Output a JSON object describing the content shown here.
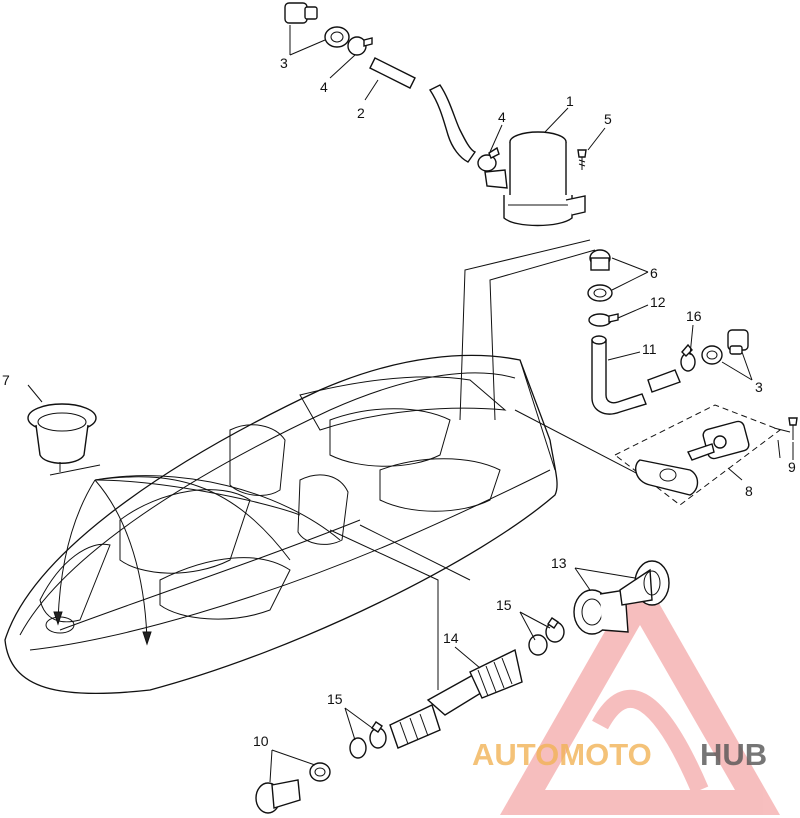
{
  "callouts": {
    "c1": "1",
    "c2": "2",
    "c3a": "3",
    "c3b": "3",
    "c4a": "4",
    "c4b": "4",
    "c5": "5",
    "c6": "6",
    "c7": "7",
    "c8": "8",
    "c9": "9",
    "c10": "10",
    "c11": "11",
    "c12": "12",
    "c13": "13",
    "c14": "14",
    "c15a": "15",
    "c15b": "15",
    "c16": "16"
  },
  "watermark": {
    "part1": "AUTOMOTO",
    "part2": "HUB",
    "color_light": "#f5c27a",
    "color_red": "#e0463e",
    "color_dark": "#3b3b3b"
  }
}
